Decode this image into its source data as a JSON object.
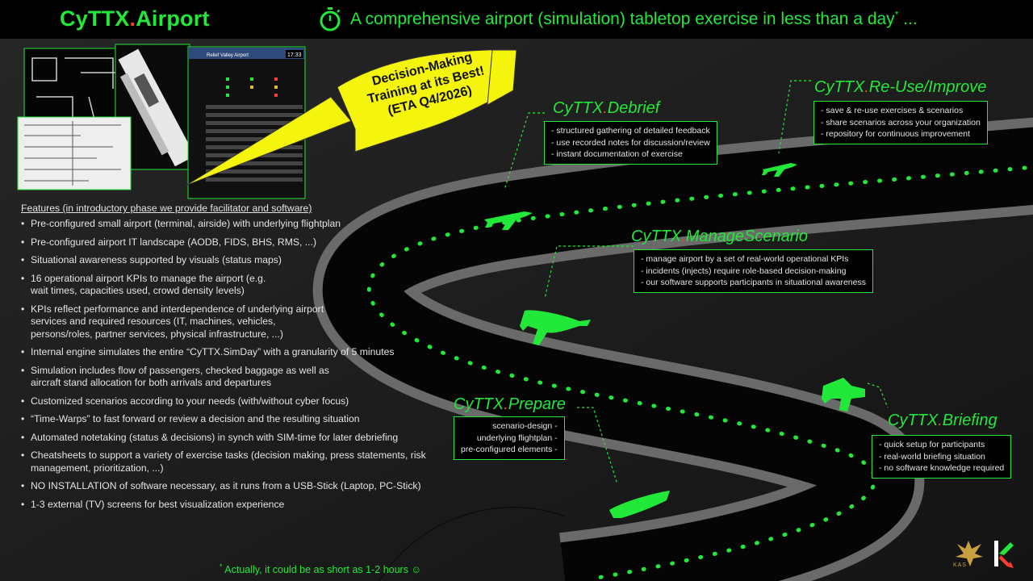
{
  "header": {
    "brand_prefix": "CyTTX",
    "brand_dot": ".",
    "brand_suffix": "Airport",
    "tagline": "A comprehensive airport (simulation) tabletop exercise in less than a day",
    "tagline_sup": "*",
    "tagline_ellipsis": " ...",
    "icon": "stopwatch-icon"
  },
  "banner": {
    "line1": "Decision-Making",
    "line2": "Training at its Best!",
    "line3": "(ETA Q4/2026)"
  },
  "thumbnails": {
    "window_title": "Relief Valley Airport",
    "clock": "17:33"
  },
  "phases": {
    "debrief": {
      "prefix": "CyTTX",
      "dot": ".",
      "name": "Debrief",
      "items": [
        "- structured gathering of detailed feedback",
        "- use recorded notes for discussion/review",
        "- instant documentation of exercise"
      ]
    },
    "reuse": {
      "prefix": "CyTTX",
      "dot": ".",
      "name": "Re-Use/Improve",
      "items": [
        "- save & re-use exercises & scenarios",
        "- share scenarios across your organization",
        "- repository for continuous improvement"
      ]
    },
    "manage": {
      "prefix": "CyTTX",
      "dot": ".",
      "name": "ManageScenario",
      "items": [
        "- manage airport by a set of real-world operational KPIs",
        "- incidents (injects) require role-based decision-making",
        "- our software supports participants in situational awareness"
      ]
    },
    "prepare": {
      "prefix": "CyTTX",
      "dot": ".",
      "name": "Prepare",
      "items": [
        "scenario-design -",
        "underlying flightplan -",
        "pre-configured elements -"
      ]
    },
    "briefing": {
      "prefix": "CyTTX",
      "dot": ".",
      "name": "Briefing",
      "items": [
        "- quick setup for participants",
        "- real-world briefing situation",
        "- no software knowledge required"
      ]
    }
  },
  "features": {
    "heading": "Features (in introductory phase we provide facilitator and software)",
    "items": [
      "Pre-configured small airport (terminal, airside) with underlying flightplan",
      "Pre-configured airport IT landscape (AODB, FIDS, BHS, RMS, ...)",
      "Situational awareness supported by visuals (status maps)",
      "16 operational airport KPIs to manage the airport (e.g. wait times, capacities used, crowd density levels)",
      "KPIs reflect performance and interdependence of underlying airport services and required resources (IT, machines, vehicles, persons/roles, partner services, physical infrastructure, ...)",
      "Internal engine simulates the entire “CyTTX.SimDay” with a granularity of 5 minutes",
      "Simulation includes flow of passengers, checked baggage as well as aircraft stand allocation for both arrivals and departures",
      "Customized scenarios according to your needs (with/without cyber focus)",
      "“Time-Warps” to fast forward or review a decision and the resulting situation",
      "Automated notetaking (status & decisions) in synch with SIM-time for later debriefing",
      "Cheatsheets to support a variety of exercise tasks (decision making, press statements, risk management, prioritization, ...)",
      "NO INSTALLATION of software necessary, as it runs from a USB-Stick (Laptop, PC-Stick)",
      "1-3 external (TV) screens for best visualization experience"
    ]
  },
  "footnote": {
    "sup": "*",
    "text": " Actually, it could be as short as 1-2 hours ☺"
  },
  "logos": {
    "left_text": "KAS",
    "left_icon": "phoenix-logo-icon",
    "right_icon": "k-arrow-logo-icon"
  },
  "colors": {
    "accent": "#22e83a",
    "dot": "#ff3b2f",
    "banner": "#f4f40c"
  }
}
